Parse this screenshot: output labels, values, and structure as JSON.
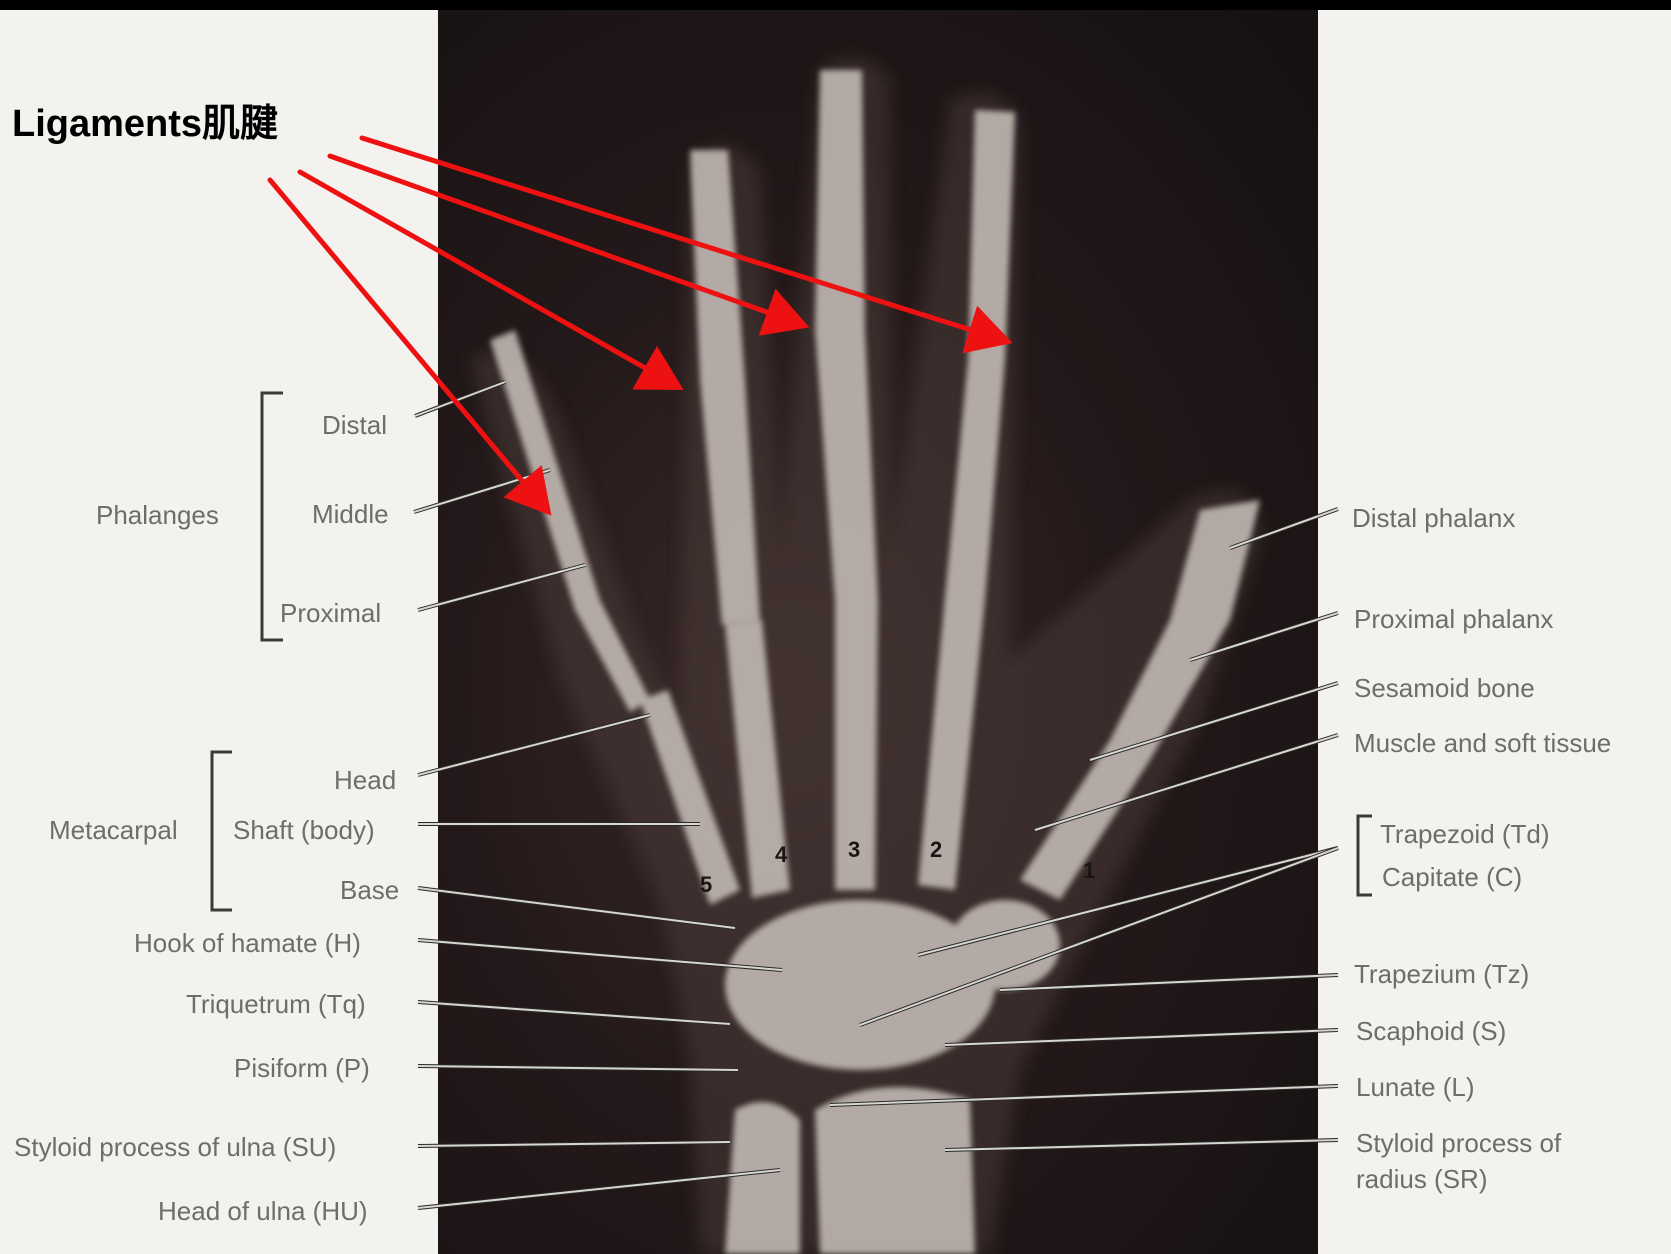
{
  "title": "Ligaments肌腱",
  "left_group_labels": {
    "phalanges": "Phalanges",
    "metacarpal": "Metacarpal"
  },
  "left_labels": {
    "distal": "Distal",
    "middle": "Middle",
    "proximal": "Proximal",
    "head": "Head",
    "shaft": "Shaft (body)",
    "base": "Base",
    "hook_of_hamate": "Hook of hamate (H)",
    "triquetrum": "Triquetrum (Tq)",
    "pisiform": "Pisiform (P)",
    "styloid_ulna": "Styloid process of ulna (SU)",
    "head_of_ulna": "Head of ulna (HU)"
  },
  "right_labels": {
    "distal_phalanx": "Distal phalanx",
    "proximal_phalanx": "Proximal phalanx",
    "sesamoid": "Sesamoid bone",
    "muscle": "Muscle and soft tissue",
    "trapezoid": "Trapezoid (Td)",
    "capitate": "Capitate (C)",
    "trapezium": "Trapezium (Tz)",
    "scaphoid": "Scaphoid (S)",
    "lunate": "Lunate (L)",
    "styloid_radius_1": "Styloid process of",
    "styloid_radius_2": "radius (SR)"
  },
  "metacarpal_numbers": {
    "m1": "1",
    "m2": "2",
    "m3": "3",
    "m4": "4",
    "m5": "5"
  },
  "colors": {
    "arrow": "#ee1111",
    "label_text": "#6d6d6b",
    "leader_line": "#d8d6d0",
    "bone": "#cfc6c0"
  }
}
